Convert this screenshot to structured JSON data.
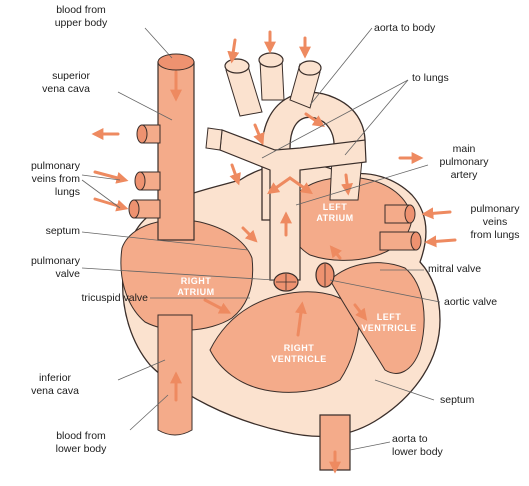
{
  "colors": {
    "dark": "#ee9270",
    "mid": "#f4ab8a",
    "light": "#fbe2cf",
    "outline": "#3a2e2a",
    "arrow": "#ee8a60",
    "leader": "#666666",
    "text": "#1c1c1c"
  },
  "labels": {
    "blood_upper": "blood from\nupper body",
    "svc": "superior\nvena cava",
    "pulm_veins_left": "pulmonary\nveins from\nlungs",
    "septum_top": "septum",
    "pulm_valve": "pulmonary\nvalve",
    "tricuspid": "tricuspid valve",
    "ivc": "inferior\nvena cava",
    "blood_lower": "blood from\nlower body",
    "aorta_body": "aorta to body",
    "to_lungs": "to lungs",
    "main_pa": "main\npulmonary\nartery",
    "pulm_veins_right": "pulmonary\nveins\nfrom lungs",
    "mitral": "mitral valve",
    "aortic": "aortic valve",
    "septum_bottom": "septum",
    "aorta_lower": "aorta to\nlower body"
  },
  "chambers": {
    "right_atrium": "RIGHT\nATRIUM",
    "right_ventricle": "RIGHT\nVENTRICLE",
    "left_atrium": "LEFT\nATRIUM",
    "left_ventricle": "LEFT\nVENTRICLE"
  }
}
